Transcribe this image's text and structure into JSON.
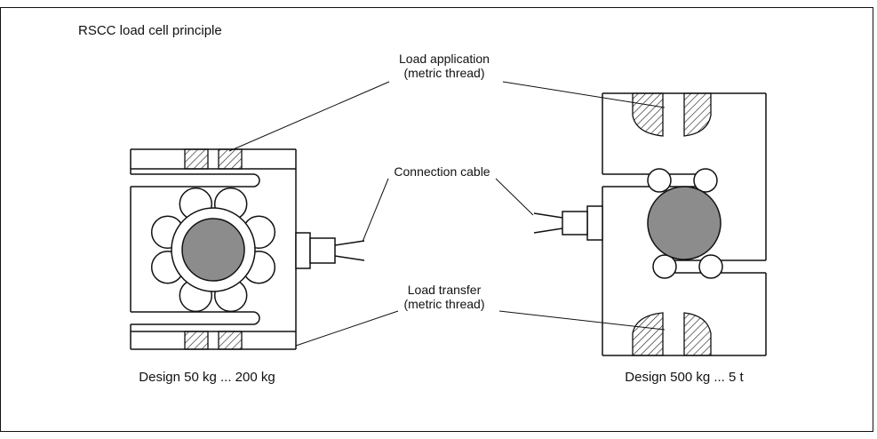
{
  "title": "RSCC load cell principle",
  "labels": {
    "load_application": {
      "line1": "Load application",
      "line2": "(metric thread)"
    },
    "connection_cable": "Connection cable",
    "load_transfer": {
      "line1": "Load transfer",
      "line2": "(metric thread)"
    }
  },
  "captions": {
    "left": "Design 50 kg ... 200 kg",
    "right": "Design 500 kg ... 5 t"
  },
  "colors": {
    "line": "#111111",
    "metal-gray": "#8c8c8c",
    "background": "#ffffff"
  }
}
